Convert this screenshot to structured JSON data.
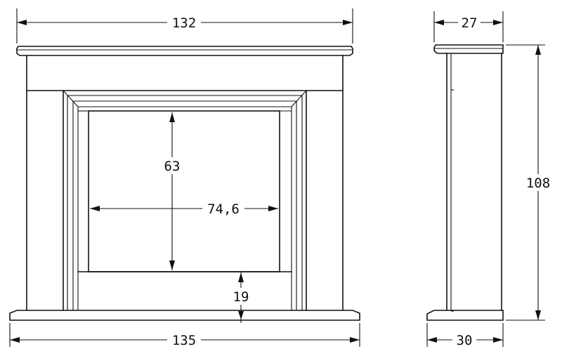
{
  "front_view": {
    "dimensions": {
      "top_width": "132",
      "base_width": "135",
      "opening_height": "63",
      "opening_width": "74,6",
      "hearth_height": "19"
    }
  },
  "side_view": {
    "dimensions": {
      "top_depth": "27",
      "base_depth": "30",
      "total_height": "108"
    }
  }
}
